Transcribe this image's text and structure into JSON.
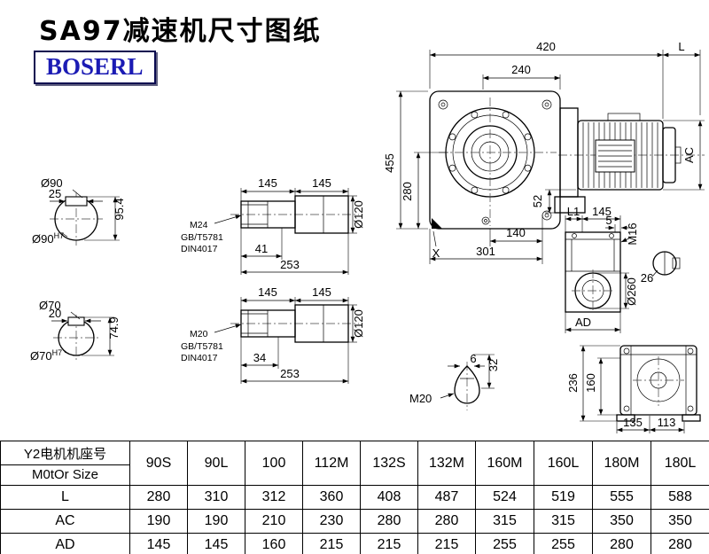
{
  "page": {
    "title": "SA97减速机尺寸图纸",
    "logo": "BOSERL"
  },
  "main_view": {
    "dim_length": "420",
    "dim_inner": "240",
    "dim_motor_length": "L",
    "dim_height": "455",
    "dim_center_height": "280",
    "dim_flange": "52",
    "dim_motor_dia": "AC",
    "dim_foot_inner": "140",
    "dim_foot_length": "301",
    "label_x": "X"
  },
  "shaft_section_large": {
    "dia": "Ø90",
    "key_width": "25",
    "key_height": "95.4",
    "bore": "Ø90",
    "tol": "H7"
  },
  "shaft_section_small": {
    "dia": "Ø70",
    "key_width": "20",
    "key_height": "74.9",
    "bore": "Ø70",
    "tol": "H7"
  },
  "shaft_large": {
    "seg1": "145",
    "seg2": "145",
    "dia": "Ø120",
    "thread": "M24",
    "std1": "GB/T5781",
    "std2": "DIN4017",
    "thread_len": "41",
    "total_len": "253"
  },
  "shaft_small": {
    "seg1": "145",
    "seg2": "145",
    "dia": "Ø120",
    "thread": "M20",
    "std1": "GB/T5781",
    "std2": "DIN4017",
    "thread_len": "34",
    "total_len": "253"
  },
  "side_view": {
    "dim_l1": "L1",
    "dim_width": "145",
    "dim_plate": "5",
    "thread": "M16",
    "dia": "Ø260",
    "dim_key": "26",
    "dim_ad": "AD"
  },
  "keyway_detail": {
    "dim_depth": "32",
    "dim_width": "6",
    "thread": "M20"
  },
  "rear_view": {
    "dim_height": "236",
    "dim_inner_height": "160",
    "dim_foot1": "135",
    "dim_foot2": "113"
  },
  "table": {
    "header_cn": "Y2电机机座号",
    "header_en": "M0tOr Size",
    "motor_sizes": [
      "90S",
      "90L",
      "100",
      "112M",
      "132S",
      "132M",
      "160M",
      "160L",
      "180M",
      "180L"
    ],
    "rows": [
      {
        "label": "L",
        "values": [
          "280",
          "310",
          "312",
          "360",
          "408",
          "487",
          "524",
          "519",
          "555",
          "588"
        ]
      },
      {
        "label": "AC",
        "values": [
          "190",
          "190",
          "210",
          "230",
          "280",
          "280",
          "315",
          "315",
          "350",
          "350"
        ]
      },
      {
        "label": "AD",
        "values": [
          "145",
          "145",
          "160",
          "215",
          "215",
          "215",
          "255",
          "255",
          "280",
          "280"
        ]
      }
    ]
  }
}
